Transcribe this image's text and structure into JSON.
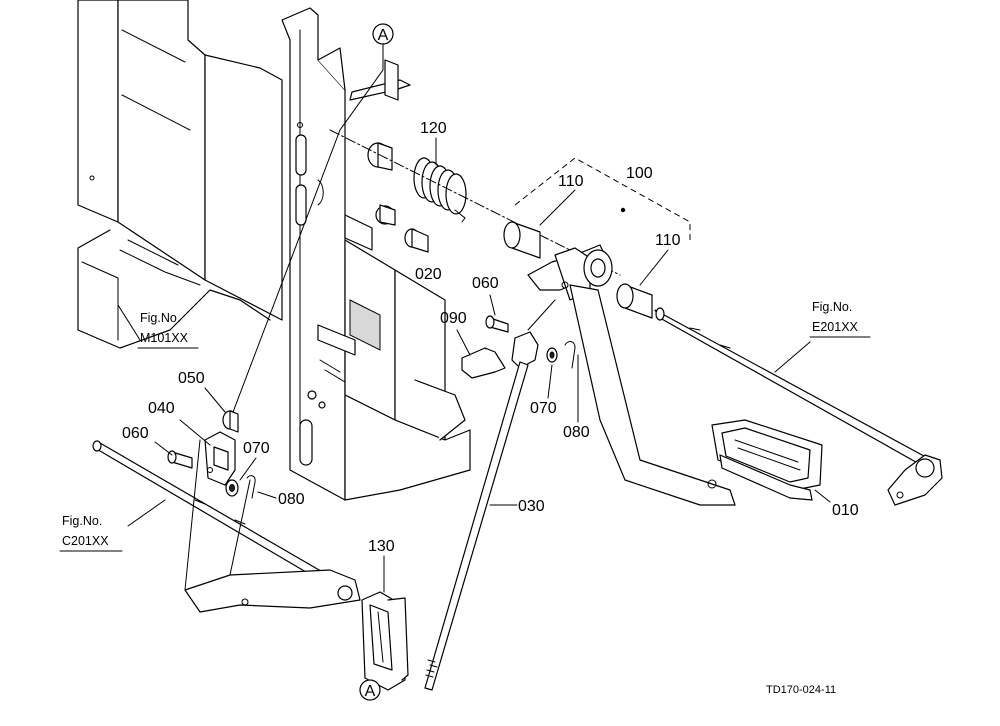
{
  "diagram": {
    "drawing_code": "TD170-024-11",
    "callout_marker": "A",
    "part_labels": {
      "p010": "010",
      "p020": "020",
      "p030": "030",
      "p040": "040",
      "p050": "050",
      "p060_left": "060",
      "p060_right": "060",
      "p070_left": "070",
      "p070_right": "070",
      "p080_left": "080",
      "p080_right": "080",
      "p090": "090",
      "p100": "100",
      "p110_left": "110",
      "p110_right": "110",
      "p120": "120",
      "p130": "130"
    },
    "figure_refs": {
      "m101": {
        "line1": "Fig.No.",
        "line2": "M101XX"
      },
      "e201": {
        "line1": "Fig.No.",
        "line2": "E201XX"
      },
      "c201": {
        "line1": "Fig.No.",
        "line2": "C201XX"
      }
    }
  }
}
